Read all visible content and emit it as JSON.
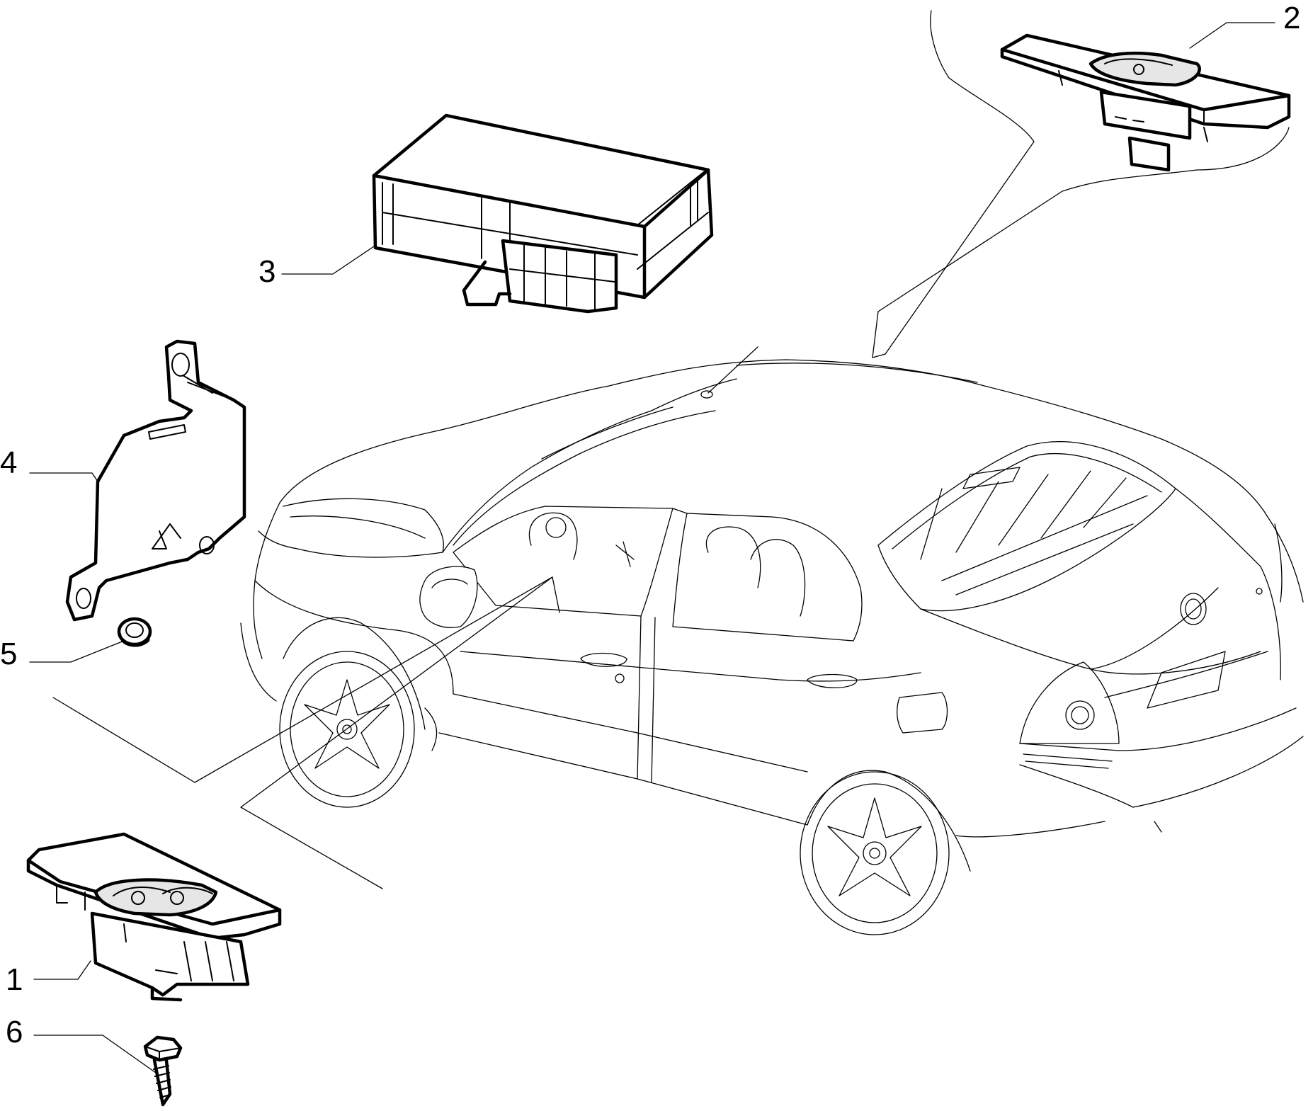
{
  "diagram": {
    "callouts": [
      {
        "id": "1",
        "label": "1"
      },
      {
        "id": "2",
        "label": "2"
      },
      {
        "id": "3",
        "label": "3"
      },
      {
        "id": "4",
        "label": "4"
      },
      {
        "id": "5",
        "label": "5"
      },
      {
        "id": "6",
        "label": "6"
      }
    ],
    "parts": [
      {
        "callout": "1",
        "icon": "window-switch-panel-icon"
      },
      {
        "callout": "2",
        "icon": "window-switch-single-icon"
      },
      {
        "callout": "3",
        "icon": "control-unit-module-icon"
      },
      {
        "callout": "4",
        "icon": "mounting-bracket-icon"
      },
      {
        "callout": "5",
        "icon": "nut-icon"
      },
      {
        "callout": "6",
        "icon": "screw-icon"
      }
    ],
    "vehicle_icon": "sedan-car-icon"
  }
}
